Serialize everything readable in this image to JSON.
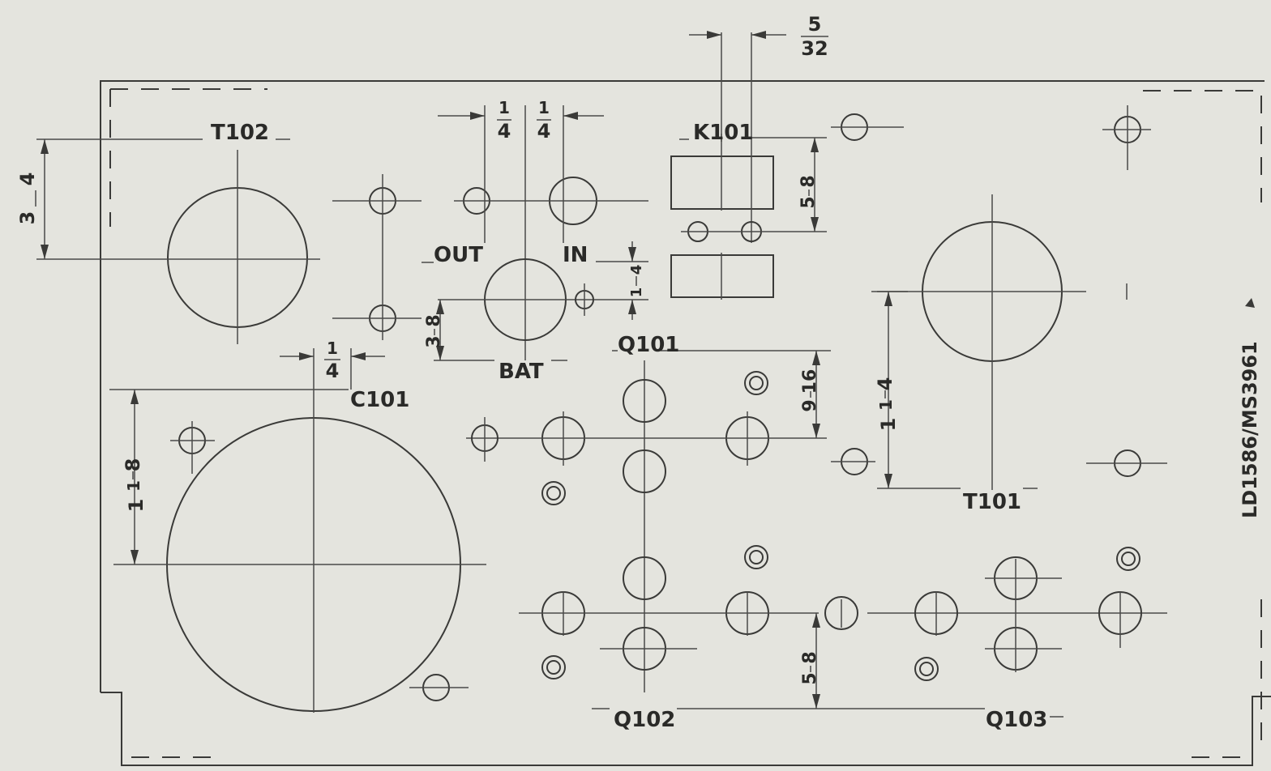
{
  "labels": {
    "t102": "T102",
    "out": "OUT",
    "in": "IN",
    "bat": "BAT",
    "k101": "K101",
    "q101": "Q101",
    "c101": "C101",
    "t101": "T101",
    "q102": "Q102",
    "q103": "Q103",
    "drawing_number": "LD1586/MS3961"
  },
  "dimensions": {
    "three_quarter": {
      "num": "3",
      "den": "4"
    },
    "quarter_left": {
      "num": "1",
      "den": "4"
    },
    "quarter_right": {
      "num": "1",
      "den": "4"
    },
    "quarter_c101": {
      "num": "1",
      "den": "4"
    },
    "quarter_in": {
      "num": "1",
      "den": "4"
    },
    "five_32": {
      "num": "5",
      "den": "32"
    },
    "five_eighths_k101": {
      "num": "5",
      "den": "8"
    },
    "three_eighths_bat": {
      "num": "3",
      "den": "8"
    },
    "nine_16": {
      "num": "9",
      "den": "16"
    },
    "one_eighth_c101": {
      "whole": "1",
      "num": "1",
      "den": "8"
    },
    "one_quarter_t101": {
      "whole": "1",
      "num": "1",
      "den": "4"
    },
    "five_eighths_q": {
      "num": "5",
      "den": "8"
    }
  }
}
